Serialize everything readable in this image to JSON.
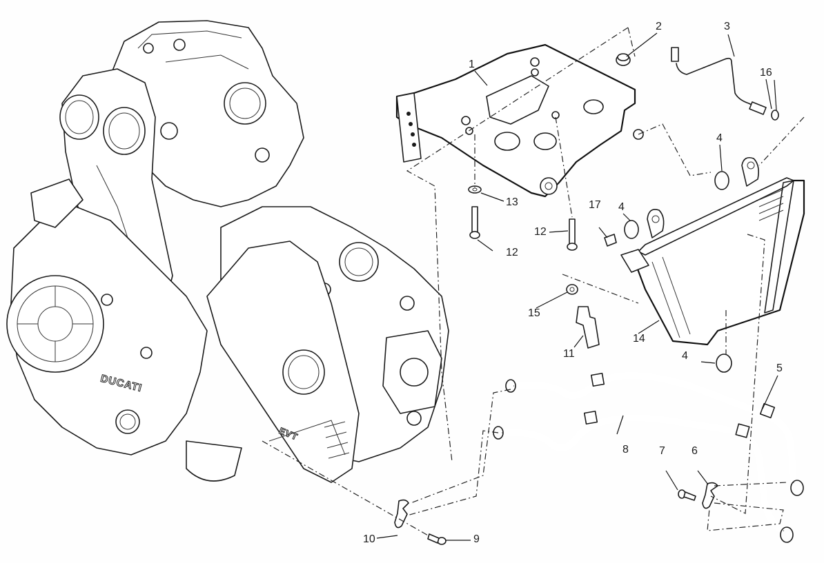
{
  "diagram": {
    "type": "exploded-parts-diagram",
    "subject": "engine oil cooler assembly",
    "engine_logo_text": "DUCATI",
    "cover_logo_text": "EVT",
    "callouts": [
      {
        "id": "1",
        "part": "cooler-bracket"
      },
      {
        "id": "2",
        "part": "nut"
      },
      {
        "id": "3",
        "part": "sensor-cable"
      },
      {
        "id": "4",
        "part": "rubber-grommet"
      },
      {
        "id": "5",
        "part": "oil-delivery-hose"
      },
      {
        "id": "6",
        "part": "hose-clamp"
      },
      {
        "id": "7",
        "part": "screw"
      },
      {
        "id": "8",
        "part": "oil-return-hose"
      },
      {
        "id": "9",
        "part": "screw"
      },
      {
        "id": "10",
        "part": "hose-clamp"
      },
      {
        "id": "11",
        "part": "temperature-sensor"
      },
      {
        "id": "12",
        "part": "screw"
      },
      {
        "id": "13",
        "part": "washer"
      },
      {
        "id": "14",
        "part": "oil-cooler"
      },
      {
        "id": "15",
        "part": "sealing-washer"
      },
      {
        "id": "16",
        "part": "sealing-washer"
      },
      {
        "id": "17",
        "part": "spacer"
      }
    ],
    "labels": {
      "c1": "1",
      "c2": "2",
      "c3": "3",
      "c4a": "4",
      "c4b": "4",
      "c4c": "4",
      "c5": "5",
      "c6": "6",
      "c7": "7",
      "c8": "8",
      "c9": "9",
      "c10": "10",
      "c11": "11",
      "c12a": "12",
      "c12b": "12",
      "c13": "13",
      "c14": "14",
      "c15": "15",
      "c16": "16",
      "c17": "17"
    }
  }
}
